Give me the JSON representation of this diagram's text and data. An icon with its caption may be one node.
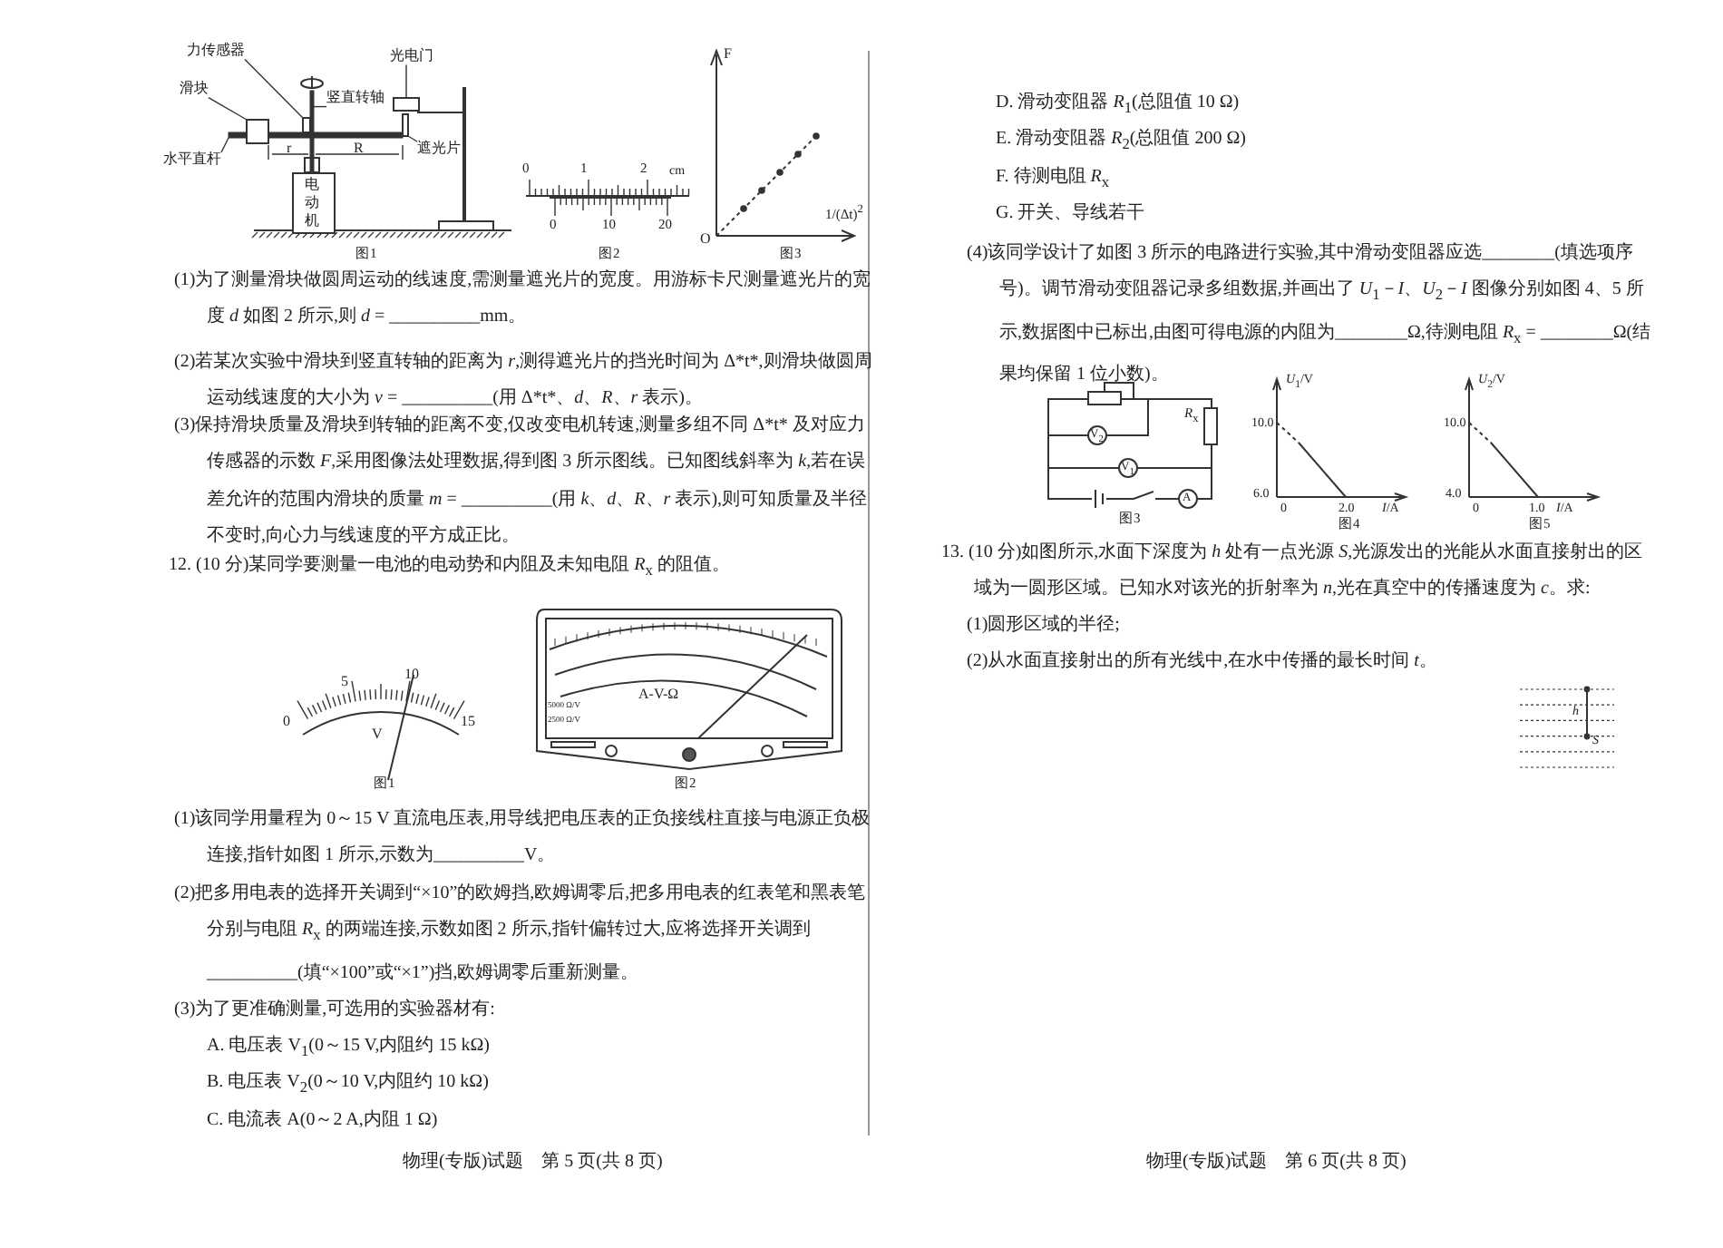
{
  "diagram": {
    "nodes": [
      {
        "text": [
          "力传感器"
        ]
      },
      {
        "text": [
          "竖直转轴"
        ]
      },
      {
        "text": [
          "滑块"
        ]
      },
      {
        "text": [
          "水平直杆"
        ]
      },
      {
        "text": [
          "光电门"
        ]
      },
      {
        "text": [
          "遮光片"
        ]
      },
      {
        "text": [
          "电动机"
        ]
      },
      {
        "text": [],
        "shape": "bar"
      },
      {
        "text": [],
        "shape": "box"
      },
      {
        "text": [],
        "shape": "box"
      },
      {
        "text": [],
        "shape": "bar"
      },
      {
        "text": [],
        "shape": "box"
      },
      {
        "text": [],
        "shape": "box"
      }
    ],
    "edges": [
      {
        "from": 0,
        "to": 9,
        "arrow": "none"
      },
      {
        "from": 1,
        "to": 10,
        "arrow": "none"
      },
      {
        "from": 2,
        "to": 8,
        "arrow": "none"
      },
      {
        "from": 3,
        "to": 7,
        "arrow": "none"
      },
      {
        "from": 4,
        "to": 12,
        "arrow": "none"
      },
      {
        "from": 5,
        "to": 11,
        "arrow": "none"
      }
    ],
    "labels": [
      "图1",
      "r",
      "R",
      "0",
      "1",
      "2",
      "cm",
      "0",
      "10",
      "20",
      "图2",
      "F",
      "O",
      "1/(Δt)$^{2}$",
      "图3",
      "(1)为了测量滑块做圆周运动的线速度,需测量遮光片的宽度。用游标卡尺测量遮光片的宽度 *d* 如图 2 所示,则 *d* = __________mm。",
      "(2)若某次实验中滑块到竖直转轴的距离为 *r*,测得遮光片的挡光时间为 Δ*t*,则滑块做圆周运动线速度的大小为 *v* = __________(用 Δ*t*、*d*、*R*、*r* 表示)。",
      "(3)保持滑块质量及滑块到转轴的距离不变,仅改变电机转速,测量多组不同 Δ*t* 及对应力传感器的示数 *F*,采用图像法处理数据,得到图 3 所示图线。已知图线斜率为 *k*,若在误差允许的范围内滑块的质量 *m* = __________(用 *k*、*d*、*R*、*r* 表示),则可知质量及半径不变时,向心力与线速度的平方成正比。",
      "12. (10 分)某同学要测量一电池的电动势和内阻及未知电阻 *R*$_{x}$ 的阻值。",
      "0",
      "5",
      "10",
      "15",
      "V",
      "图1",
      "A-V-Ω",
      "5000 Ω/V",
      "2500 Ω/V",
      "图2",
      "(1)该同学用量程为 0～15 V 直流电压表,用导线把电压表的正负接线柱直接与电源正负极连接,指针如图 1 所示,示数为__________V。",
      "(2)把多用电表的选择开关调到“×10”的欧姆挡,欧姆调零后,把多用电表的红表笔和黑表笔分别与电阻 *R*$_{x}$ 的两端连接,示数如图 2 所示,指针偏转过大,应将选择开关调到__________(填“×100”或“×1”)挡,欧姆调零后重新测量。",
      "(3)为了更准确测量,可选用的实验器材有:",
      "A. 电压表 V$_{1}$(0～15 V,内阻约 15 kΩ)",
      "B. 电压表 V$_{2}$(0～10 V,内阻约 10 kΩ)",
      "C. 电流表 A(0～2 A,内阻 1 Ω)",
      "物理(专版)试题　第 5 页(共 8 页)",
      "D. 滑动变阻器 *R*$_{1}$(总阻值 10 Ω)",
      "E. 滑动变阻器 *R*$_{2}$(总阻值 200 Ω)",
      "F. 待测电阻 *R*$_{x}$",
      "G. 开关、导线若干",
      "(4)该同学设计了如图 3 所示的电路进行实验,其中滑动变阻器应选________(填选项序号)。调节滑动变阻器记录多组数据,并画出了 *U*$_{1}$－*I*、*U*$_{2}$－*I* 图像分别如图 4、5 所示,数据图中已标出,由图可得电源的内阻为________Ω,待测电阻 *R*$_{x}$ = ________Ω(结果均保留 1 位小数)。",
      "*R*$_{x}$",
      "V$_{2}$",
      "V$_{1}$",
      "A",
      "图3",
      "*U*$_{1}$/V",
      "10.0",
      "6.0",
      "0",
      "2.0",
      "*I*/A",
      "图4",
      "*U*$_{2}$/V",
      "10.0",
      "4.0",
      "0",
      "1.0",
      "*I*/A",
      "图5",
      "13. (10 分)如图所示,水面下深度为 *h* 处有一点光源 *S*,光源发出的光能从水面直接射出的区域为一圆形区域。已知水对该光的折射率为 *n*,光在真空中的传播速度为 *c*。求:",
      "(1)圆形区域的半径;",
      "(2)从水面直接射出的所有光线中,在水中传播的最长时间 *t*。",
      "*h*",
      "*S*",
      "物理(专版)试题　第 6 页(共 8 页)"
    ]
  }
}
